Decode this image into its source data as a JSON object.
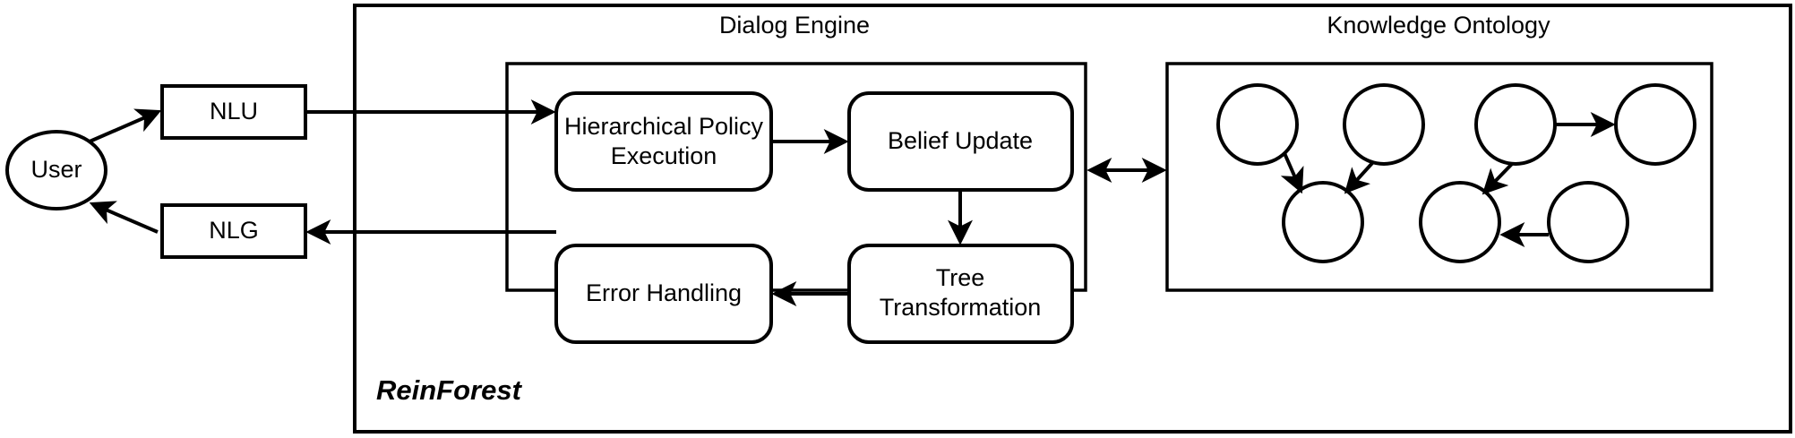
{
  "figure": {
    "system_label": "ReinForest",
    "groups": [
      {
        "id": "dialog-engine",
        "title": "Dialog Engine"
      },
      {
        "id": "knowledge-ontology",
        "title": "Knowledge Ontology"
      }
    ],
    "external_nodes": [
      {
        "id": "user",
        "label": "User",
        "shape": "ellipse"
      },
      {
        "id": "nlu",
        "label": "NLU",
        "shape": "rect"
      },
      {
        "id": "nlg",
        "label": "NLG",
        "shape": "rect"
      }
    ],
    "engine_modules": [
      {
        "id": "hierarchical-policy-execution",
        "label": "Hierarchical Policy",
        "label2": "Execution"
      },
      {
        "id": "belief-update",
        "label": "Belief Update",
        "label2": ""
      },
      {
        "id": "tree-transformation",
        "label": "Tree",
        "label2": "Transformation"
      },
      {
        "id": "error-handling",
        "label": "Error Handling",
        "label2": ""
      }
    ],
    "ontology_graph": {
      "node_count": 7,
      "edges": [
        {
          "from": "n1",
          "to": "n5"
        },
        {
          "from": "n2",
          "to": "n5"
        },
        {
          "from": "n3",
          "to": "n4"
        },
        {
          "from": "n3",
          "to": "n6"
        },
        {
          "from": "n7",
          "to": "n6"
        }
      ]
    },
    "flows": [
      {
        "from": "user",
        "to": "nlu"
      },
      {
        "from": "nlu",
        "to": "hierarchical-policy-execution"
      },
      {
        "from": "hierarchical-policy-execution",
        "to": "belief-update"
      },
      {
        "from": "belief-update",
        "to": "tree-transformation"
      },
      {
        "from": "tree-transformation",
        "to": "error-handling"
      },
      {
        "from": "error-handling",
        "to": "nlg"
      },
      {
        "from": "nlg",
        "to": "user"
      },
      {
        "from": "dialog-engine",
        "to": "knowledge-ontology",
        "bidirectional": true
      }
    ],
    "colors": {
      "stroke": "#000000",
      "fill": "#ffffff",
      "background": "#ffffff"
    }
  }
}
